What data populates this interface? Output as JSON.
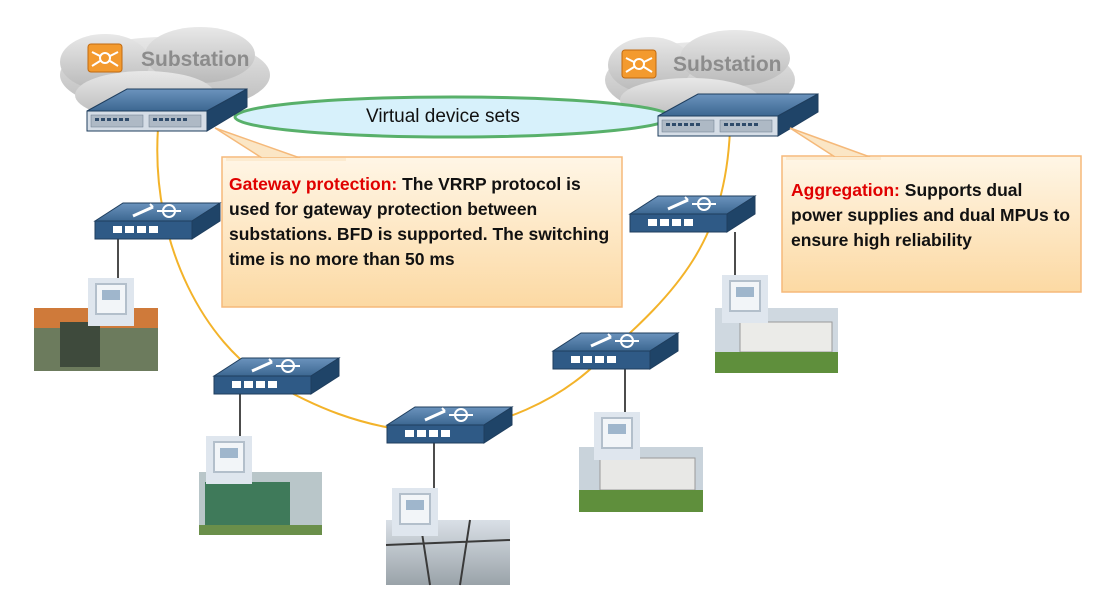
{
  "substations": [
    {
      "label": "Substation"
    },
    {
      "label": "Substation"
    }
  ],
  "virtual_device_sets": {
    "label": "Virtual device sets"
  },
  "callouts": {
    "gateway": {
      "title": "Gateway protection:",
      "body": "The VRRP protocol is used for gateway protection between substations. BFD is supported. The switching time is no more than 50 ms"
    },
    "aggregation": {
      "title": "Aggregation:",
      "body": "Supports dual power supplies and dual MPUs to ensure high reliability"
    }
  },
  "colors": {
    "ring": "#f3b32a",
    "callout_fill": "#fde7c2",
    "callout_border": "#f5b97a",
    "highlight_text": "#e00000",
    "ellipse_fill": "#d7f1fb",
    "ellipse_border": "#58b06a",
    "cloud_fill": "#d4d4d4",
    "device_blue": "#2f5a86"
  },
  "icons": {
    "substation": "substation-icon",
    "aggregation_switch": "aggregation-switch-icon",
    "access_switch": "access-switch-icon",
    "site_photo": "site-photo-icon"
  }
}
